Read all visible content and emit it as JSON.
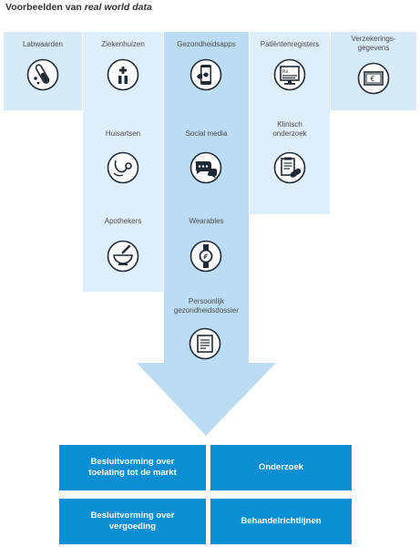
{
  "title_plain": "Voorbeelden van ",
  "title_italic": "real world data",
  "sources": {
    "labwaarden": "Labwaarden",
    "ziekenhuizen": "Ziekenhuizen",
    "gezondheidsapps": "Gezondheidsapps",
    "patientenregisters": "Patiëntenregisters",
    "verzekeringsgegevens": "Verzekerings-\ngegevens",
    "huisartsen": "Huisartsen",
    "social_media": "Social media",
    "klinisch_onderzoek": "Klinisch\nonderzoek",
    "apothekers": "Apothekers",
    "wearables": "Wearables",
    "persoonlijk_dossier": "Persoonlijk\ngezondheidsdossier"
  },
  "icons": {
    "labwaarden": "test-tube-icon",
    "ziekenhuizen": "hospital-cross-icon",
    "gezondheidsapps": "phone-app-icon",
    "patientenregisters": "rx-monitor-icon",
    "verzekeringsgegevens": "euro-banknote-icon",
    "huisartsen": "stethoscope-icon",
    "social_media": "chat-bubbles-icon",
    "klinisch_onderzoek": "clipboard-pill-icon",
    "apothekers": "mortar-pestle-icon",
    "wearables": "smartwatch-icon",
    "persoonlijk_dossier": "document-icon"
  },
  "outcomes": {
    "markt": "Besluitvorming over\ntoelating tot de markt",
    "onderzoek": "Onderzoek",
    "vergoeding": "Besluitvorming over\nvergoeding",
    "richtlijnen": "Behandelrichtlijnen"
  },
  "colors": {
    "outer_column": "#d7eaf8",
    "inner_column": "#deeffb",
    "center_column": "#bcdcf4",
    "outcome_box": "#0b8fd4",
    "icon_stroke": "#1f2a36"
  }
}
